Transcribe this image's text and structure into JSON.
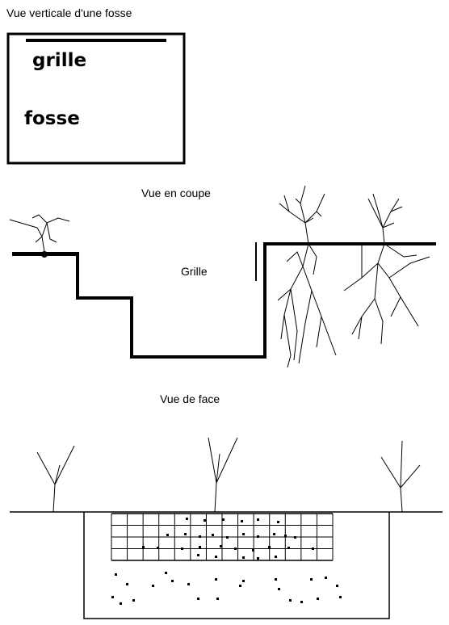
{
  "top_view": {
    "title": "Vue verticale d'une fosse",
    "grille_label": "grille",
    "fosse_label": "fosse"
  },
  "section_view": {
    "title": "Vue en coupe",
    "grille_label": "Grille"
  },
  "front_view": {
    "title": "Vue de face",
    "grid_columns": 14,
    "grid_rows": 4
  },
  "colors": {
    "ink": "#000000",
    "background": "#ffffff"
  }
}
